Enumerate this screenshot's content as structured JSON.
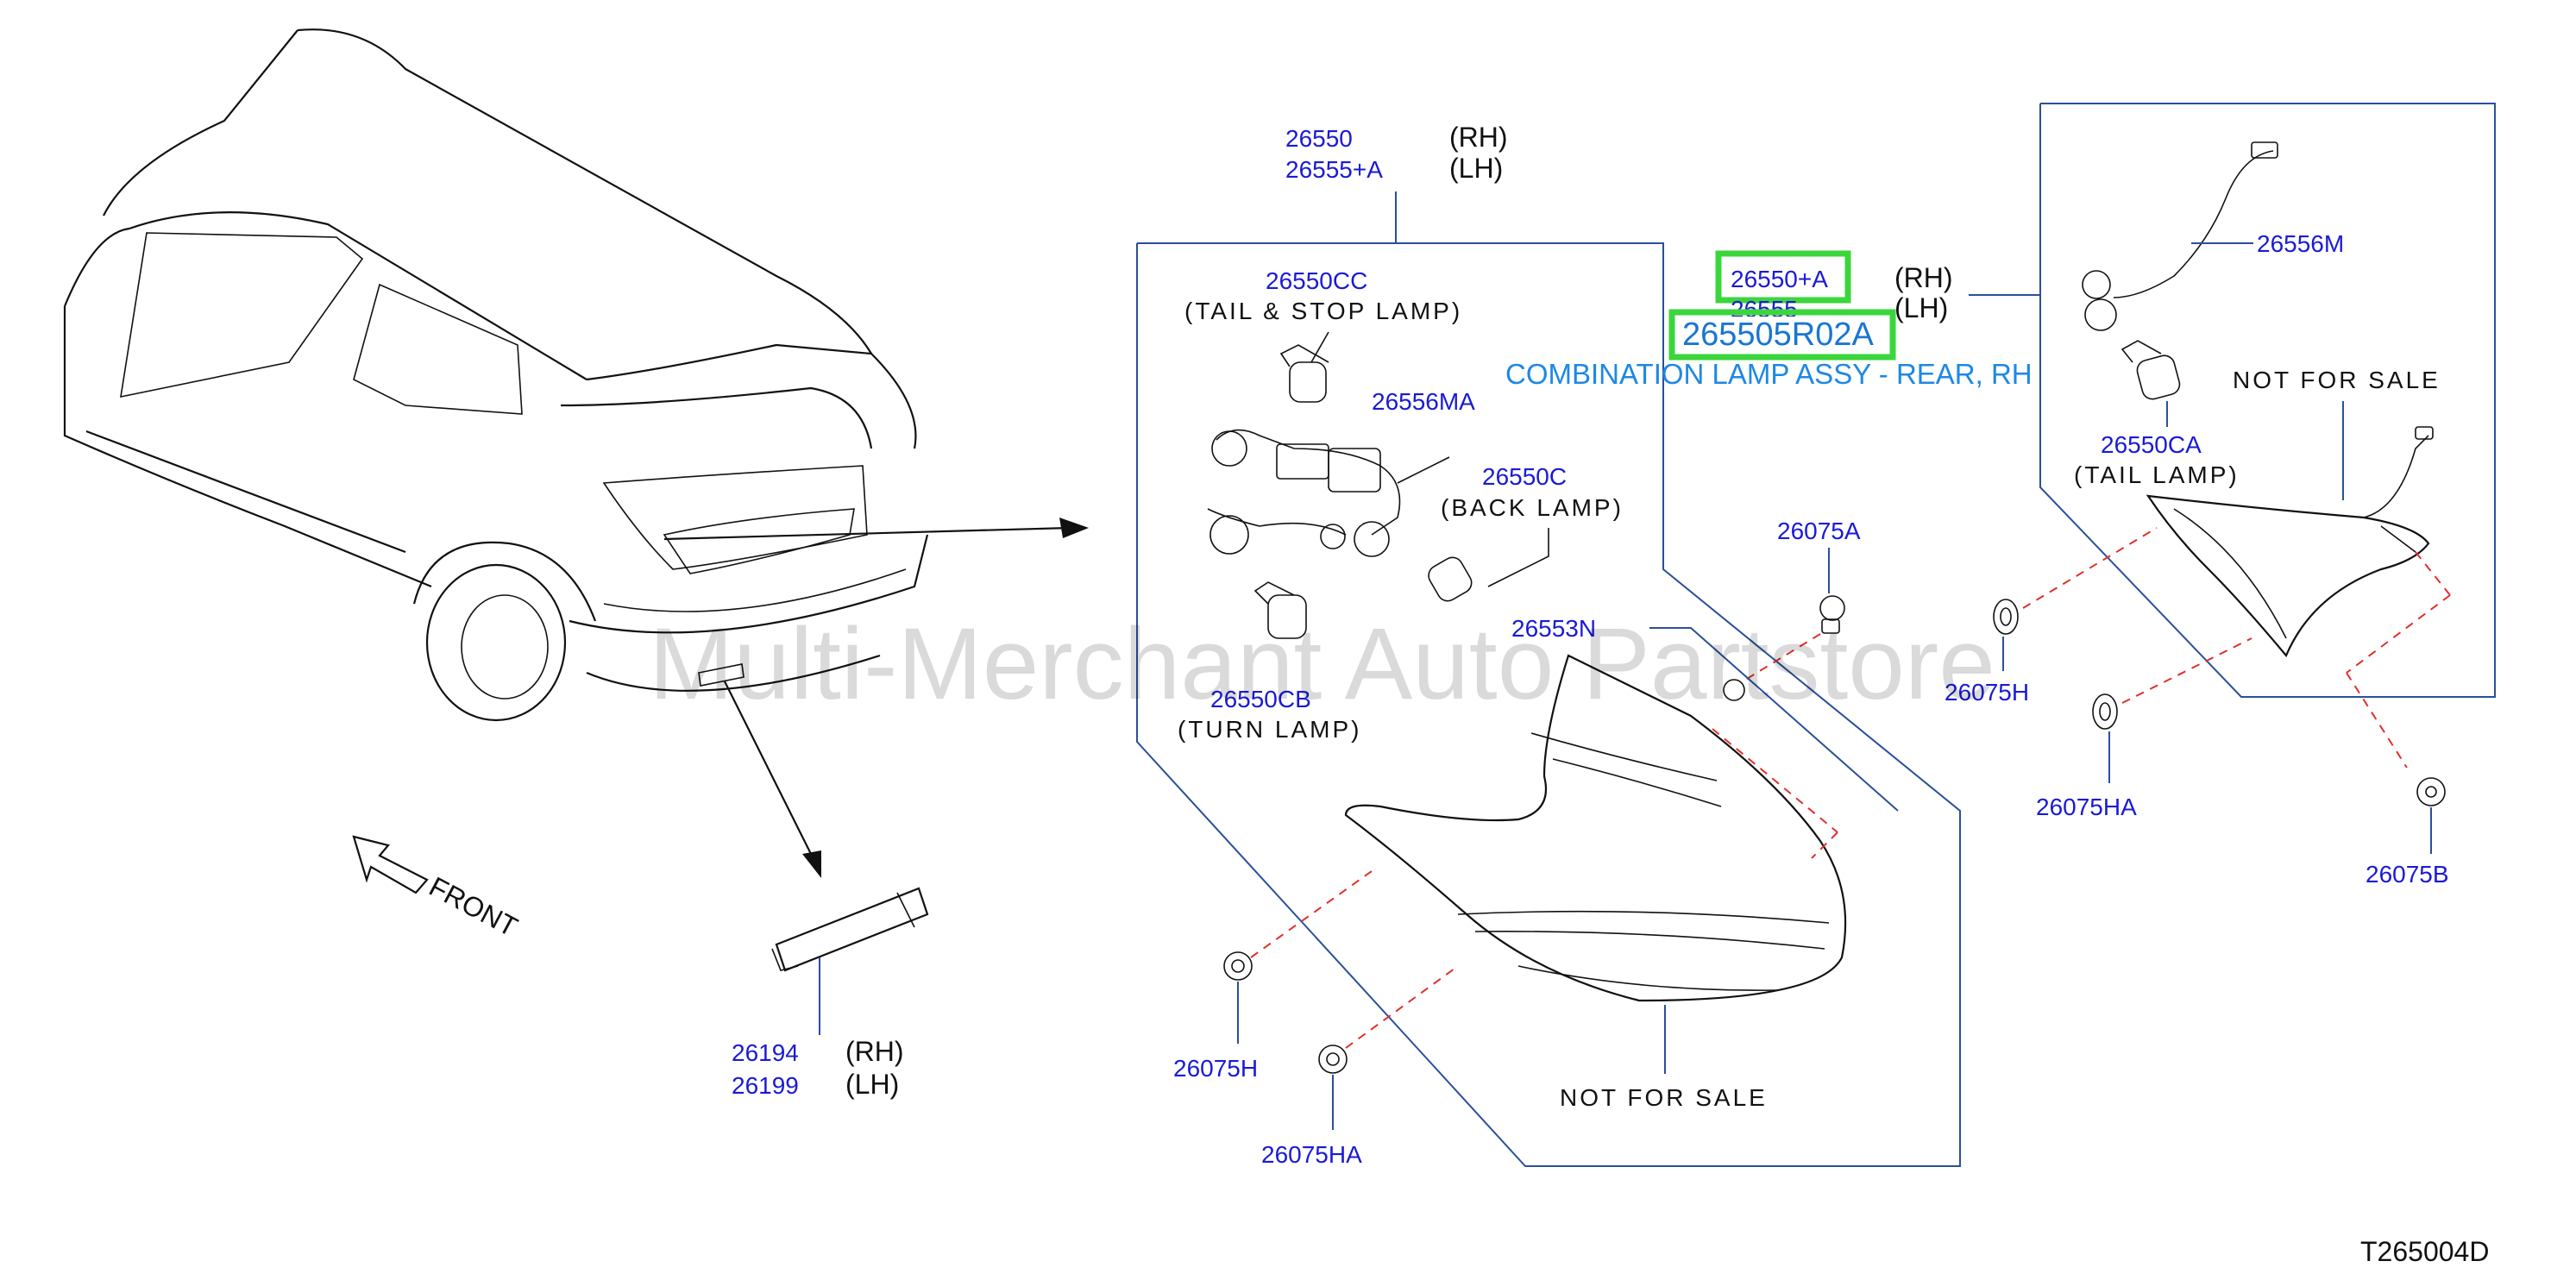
{
  "title_code": "T265004D",
  "watermark": "Multi-Merchant Auto Partstore",
  "front_label": "FRONT",
  "not_for_sale": "NOT FOR SALE",
  "side_marker": {
    "rh_part": "26194",
    "rh_side": "(RH)",
    "lh_part": "26199",
    "lh_side": "(LH)"
  },
  "assembly_top": {
    "rh_part": "26550",
    "rh_side": "(RH)",
    "lh_part": "26555+A",
    "lh_side": "(LH)"
  },
  "bulbs": {
    "tail_stop_part": "26550CC",
    "tail_stop_label": "(TAIL & STOP LAMP)",
    "harness_part": "26556MA",
    "back_part": "26550C",
    "back_label": "(BACK LAMP)",
    "turn_part": "26550CB",
    "turn_label": "(TURN LAMP)"
  },
  "lamp_body_part": "26553N",
  "fasteners": {
    "a": "26075A",
    "h_left": "26075H",
    "ha_left": "26075HA",
    "h_right": "26075H",
    "ha_right": "26075HA",
    "b": "26075B"
  },
  "inset": {
    "rh_part": "26550+A",
    "rh_side": "(RH)",
    "lh_part": "26555",
    "lh_side": "(LH)",
    "harness_part": "26556M",
    "tail_part": "26550CA",
    "tail_label": "(TAIL LAMP)"
  },
  "selected": {
    "part_number": "265505R02A",
    "description": "COMBINATION LAMP ASSY - REAR, RH"
  },
  "colors": {
    "callout": "#1a1ad6",
    "highlight": "#3bd63b",
    "selected_text": "#1e88e5",
    "leader": "#2a4f9a",
    "dashed": "#e0302a"
  }
}
